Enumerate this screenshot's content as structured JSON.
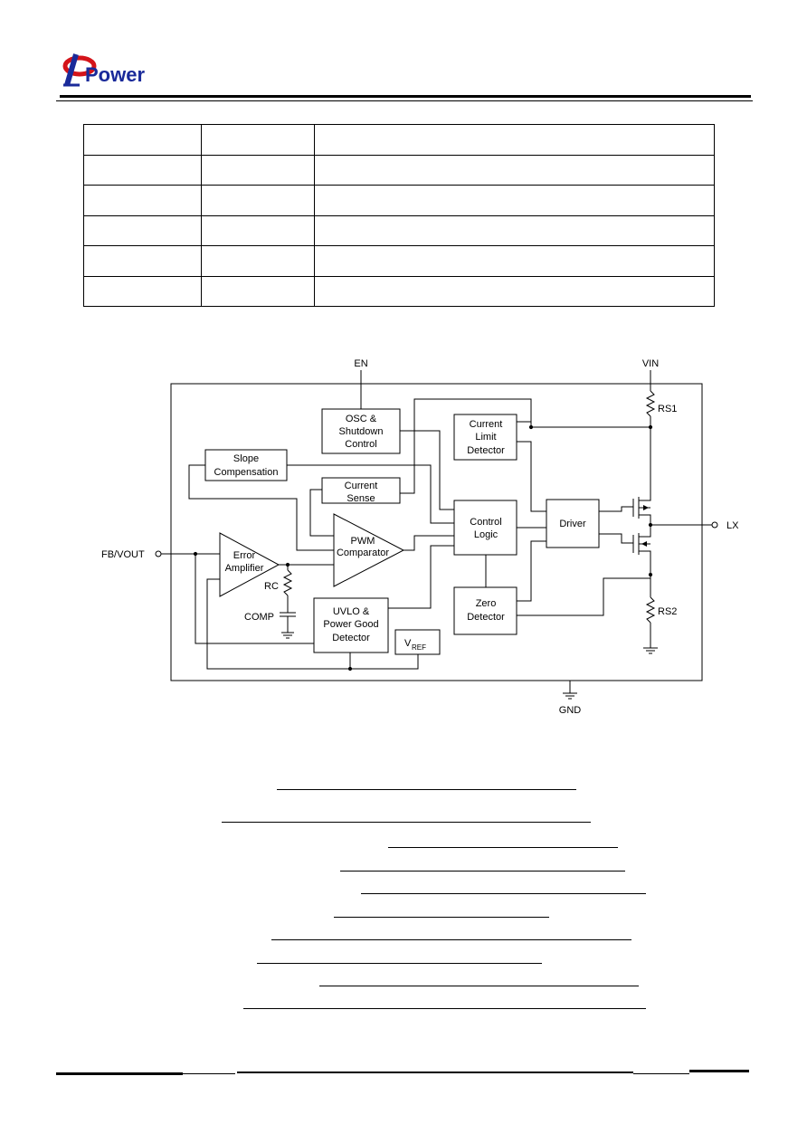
{
  "brand": {
    "logo_text": "Power"
  },
  "pin_table": {
    "rows": [
      [
        "",
        "",
        ""
      ],
      [
        "",
        "",
        ""
      ],
      [
        "",
        "",
        ""
      ],
      [
        "",
        "",
        ""
      ],
      [
        "",
        "",
        ""
      ],
      [
        "",
        "",
        ""
      ]
    ]
  },
  "block_diagram": {
    "pins": {
      "en": "EN",
      "vin": "VIN",
      "fb_vout": "FB/VOUT",
      "lx": "LX",
      "gnd": "GND"
    },
    "blocks": {
      "osc_line1": "OSC &",
      "osc_line2": "Shutdown",
      "osc_line3": "Control",
      "current_limit_line1": "Current",
      "current_limit_line2": "Limit",
      "current_limit_line3": "Detector",
      "slope_line1": "Slope",
      "slope_line2": "Compensation",
      "current_sense_line1": "Current",
      "current_sense_line2": "Sense",
      "control_logic_line1": "Control",
      "control_logic_line2": "Logic",
      "driver": "Driver",
      "pwm_line1": "PWM",
      "pwm_line2": "Comparator",
      "error_amp_line1": "Error",
      "error_amp_line2": "Amplifier",
      "uvlo_line1": "UVLO &",
      "uvlo_line2": "Power Good",
      "uvlo_line3": "Detector",
      "zero_line1": "Zero",
      "zero_line2": "Detector",
      "vref_main": "V",
      "vref_sub": "REF"
    },
    "components": {
      "rs1": "RS1",
      "rs2": "RS2",
      "rc": "RC",
      "comp": "COMP"
    }
  }
}
